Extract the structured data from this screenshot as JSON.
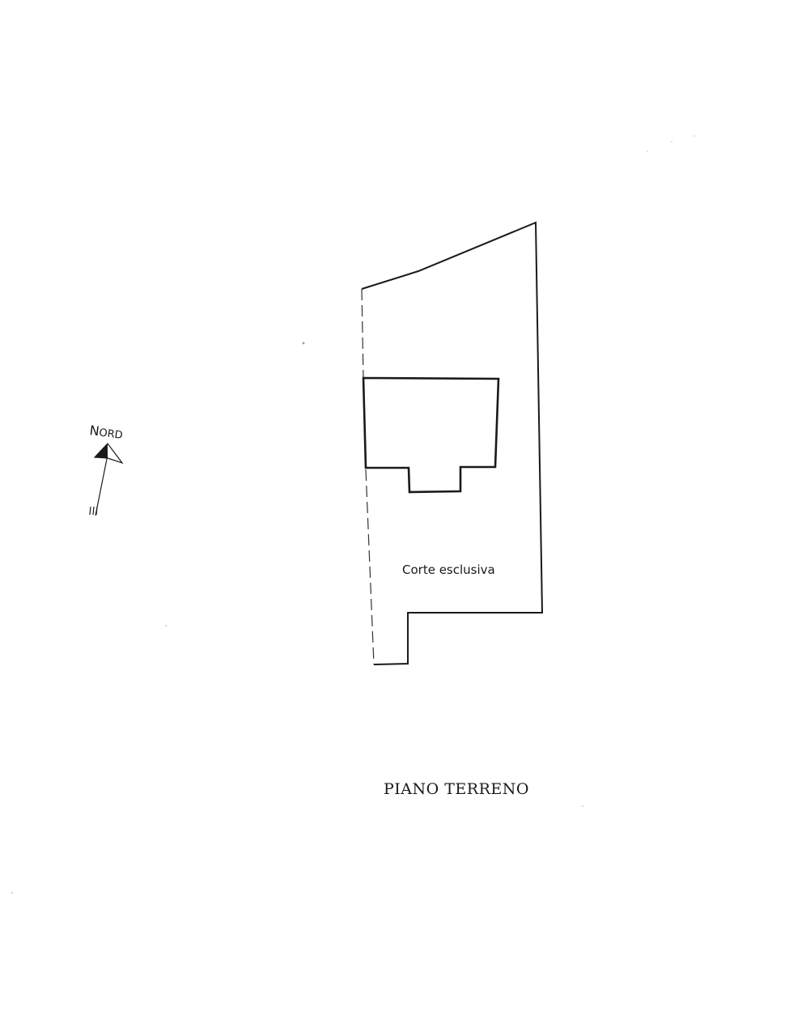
{
  "labels": {
    "court": "Corte esclusiva",
    "floor": "PIANO TERRENO",
    "north_first": "N",
    "north_rest": "ORD"
  },
  "icons": {
    "north": "north-arrow-icon"
  },
  "colors": {
    "ink": "#1a1a1a",
    "background": "#ffffff"
  }
}
